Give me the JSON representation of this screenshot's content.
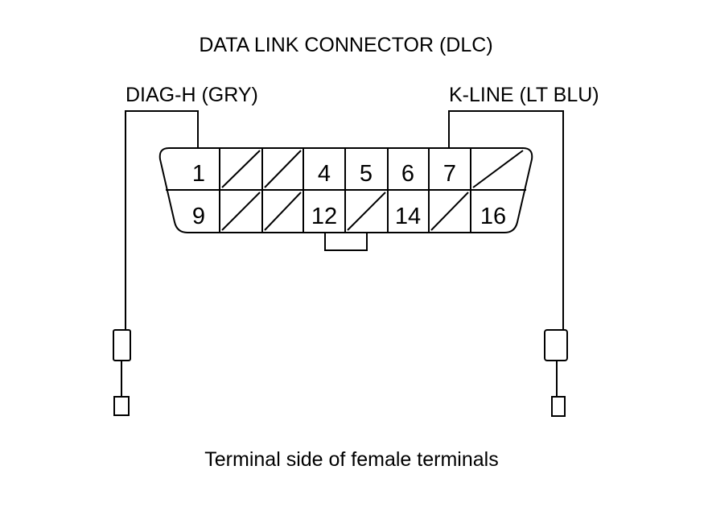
{
  "title": "DATA LINK CONNECTOR (DLC)",
  "wires": {
    "left_label": "DIAG-H (GRY)",
    "right_label": "K-LINE (LT BLU)"
  },
  "connector": {
    "top_row": [
      "1",
      "",
      "",
      "4",
      "5",
      "6",
      "7",
      ""
    ],
    "bottom_row": [
      "9",
      "",
      "",
      "12",
      "",
      "14",
      "",
      "16"
    ],
    "unused_marker": "diagonal-slash"
  },
  "caption": "Terminal side of female terminals"
}
